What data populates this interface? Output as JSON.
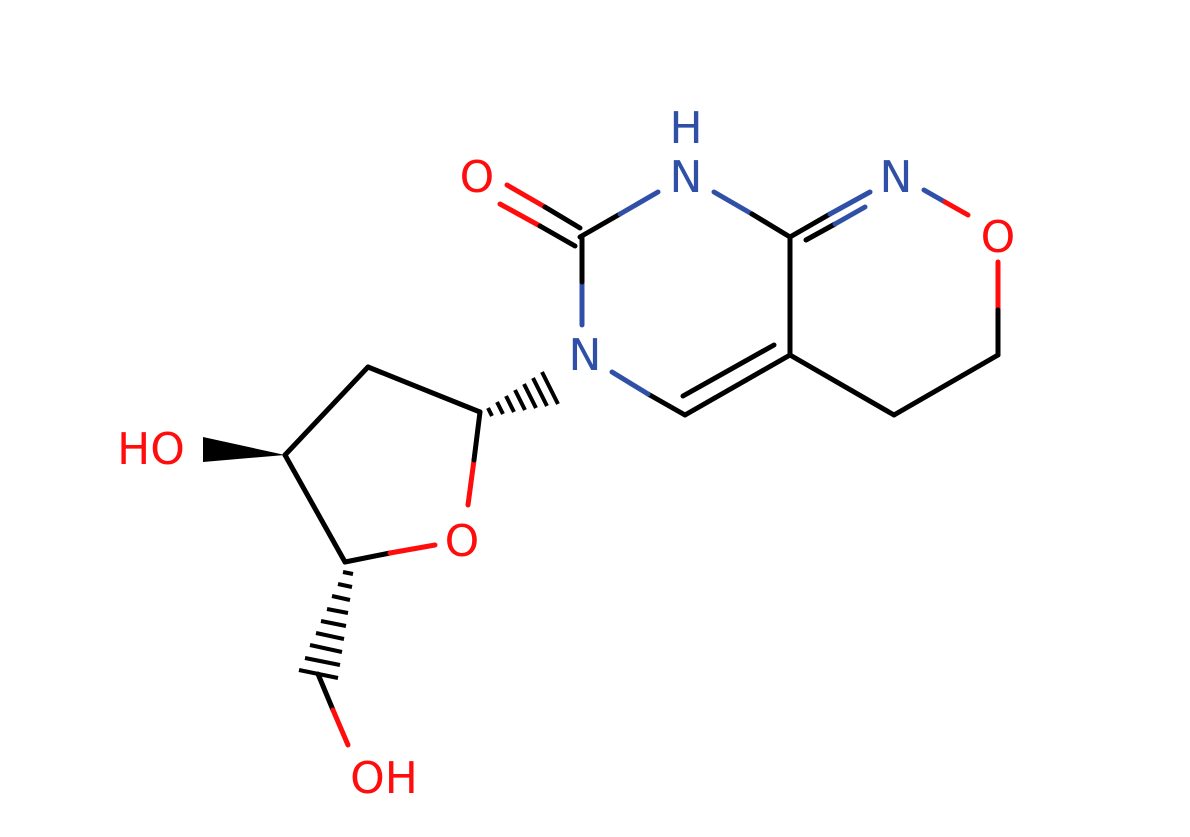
{
  "colors": {
    "carbon": "#000000",
    "oxygen": "#ff0d0d",
    "nitrogen": "#3050a8",
    "background": "#ffffff"
  },
  "atoms": {
    "O_carbonyl": {
      "text": "O",
      "color": "oxygen"
    },
    "N_amide_H": {
      "text": "H",
      "color": "nitrogen"
    },
    "N_amide": {
      "text": "N",
      "color": "nitrogen"
    },
    "N_imine": {
      "text": "N",
      "color": "nitrogen"
    },
    "O_ring_oxazine": {
      "text": "O",
      "color": "oxygen"
    },
    "N_ring": {
      "text": "N",
      "color": "nitrogen"
    },
    "O_hydroxyl_3": {
      "text": "HO",
      "color": "oxygen"
    },
    "O_ring_sugar": {
      "text": "O",
      "color": "oxygen"
    },
    "O_hydroxyl_5": {
      "text": "OH",
      "color": "oxygen"
    }
  }
}
